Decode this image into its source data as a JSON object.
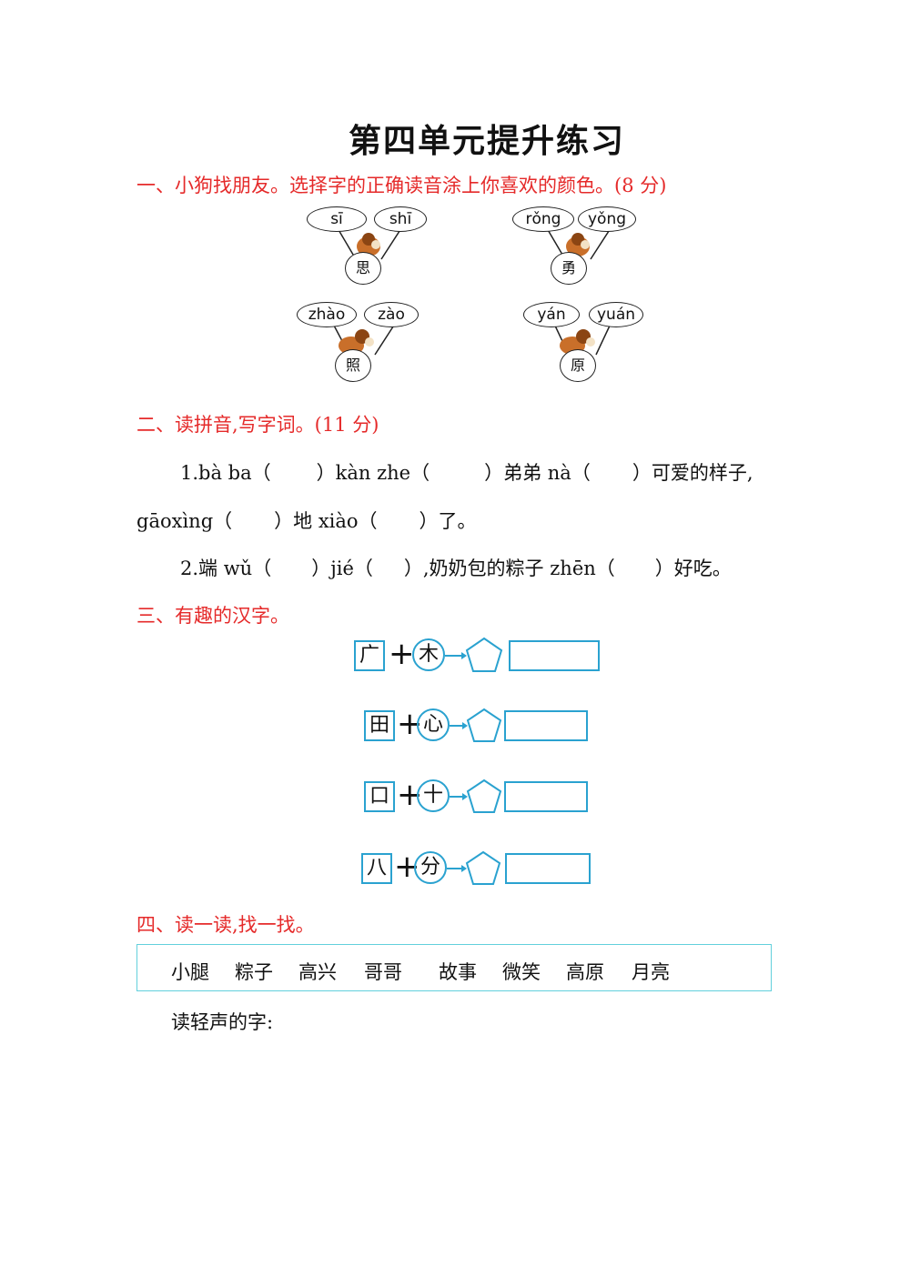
{
  "title": "第四单元提升练习",
  "sections": {
    "s1": "一、小狗找朋友。选择字的正确读音涂上你喜欢的颜色。(8 分)",
    "s2": "二、读拼音,写字词。(11 分)",
    "s3": "三、有趣的汉字。",
    "s4": "四、读一读,找一找。"
  },
  "dogs": [
    {
      "left": "sī",
      "right": "shī",
      "char": "思"
    },
    {
      "left": "rǒng",
      "right": "yǒng",
      "char": "勇"
    },
    {
      "left": "zhào",
      "right": "zào",
      "char": "照"
    },
    {
      "left": "yán",
      "right": "yuán",
      "char": "原"
    }
  ],
  "pinyin": {
    "l1a": "1.bà ba（",
    "l1b": "）kàn zhe（",
    "l1c": "）弟弟 nà（",
    "l1d": "）可爱的样子,",
    "l2a": "gāoxìng（",
    "l2b": "）地 xiào（",
    "l2c": "）了。",
    "l3a": "2.端 wǔ（",
    "l3b": "）jié（",
    "l3c": "）,奶奶包的粽子 zhēn（",
    "l3d": "）好吃。"
  },
  "puzzles": [
    {
      "a": "广",
      "plus": "+",
      "b": "木"
    },
    {
      "a": "田",
      "plus": "+",
      "b": "心"
    },
    {
      "a": "口",
      "plus": "+",
      "b": "十"
    },
    {
      "a": "八",
      "plus": "+",
      "b": "分"
    }
  ],
  "words": [
    "小腿",
    "粽子",
    "高兴",
    "哥哥",
    "故事",
    "微笑",
    "高原",
    "月亮"
  ],
  "neutral_label": "读轻声的字:",
  "colors": {
    "section": "#e52a2a",
    "accent": "#2aa2d0",
    "box": "#62d0dc"
  }
}
